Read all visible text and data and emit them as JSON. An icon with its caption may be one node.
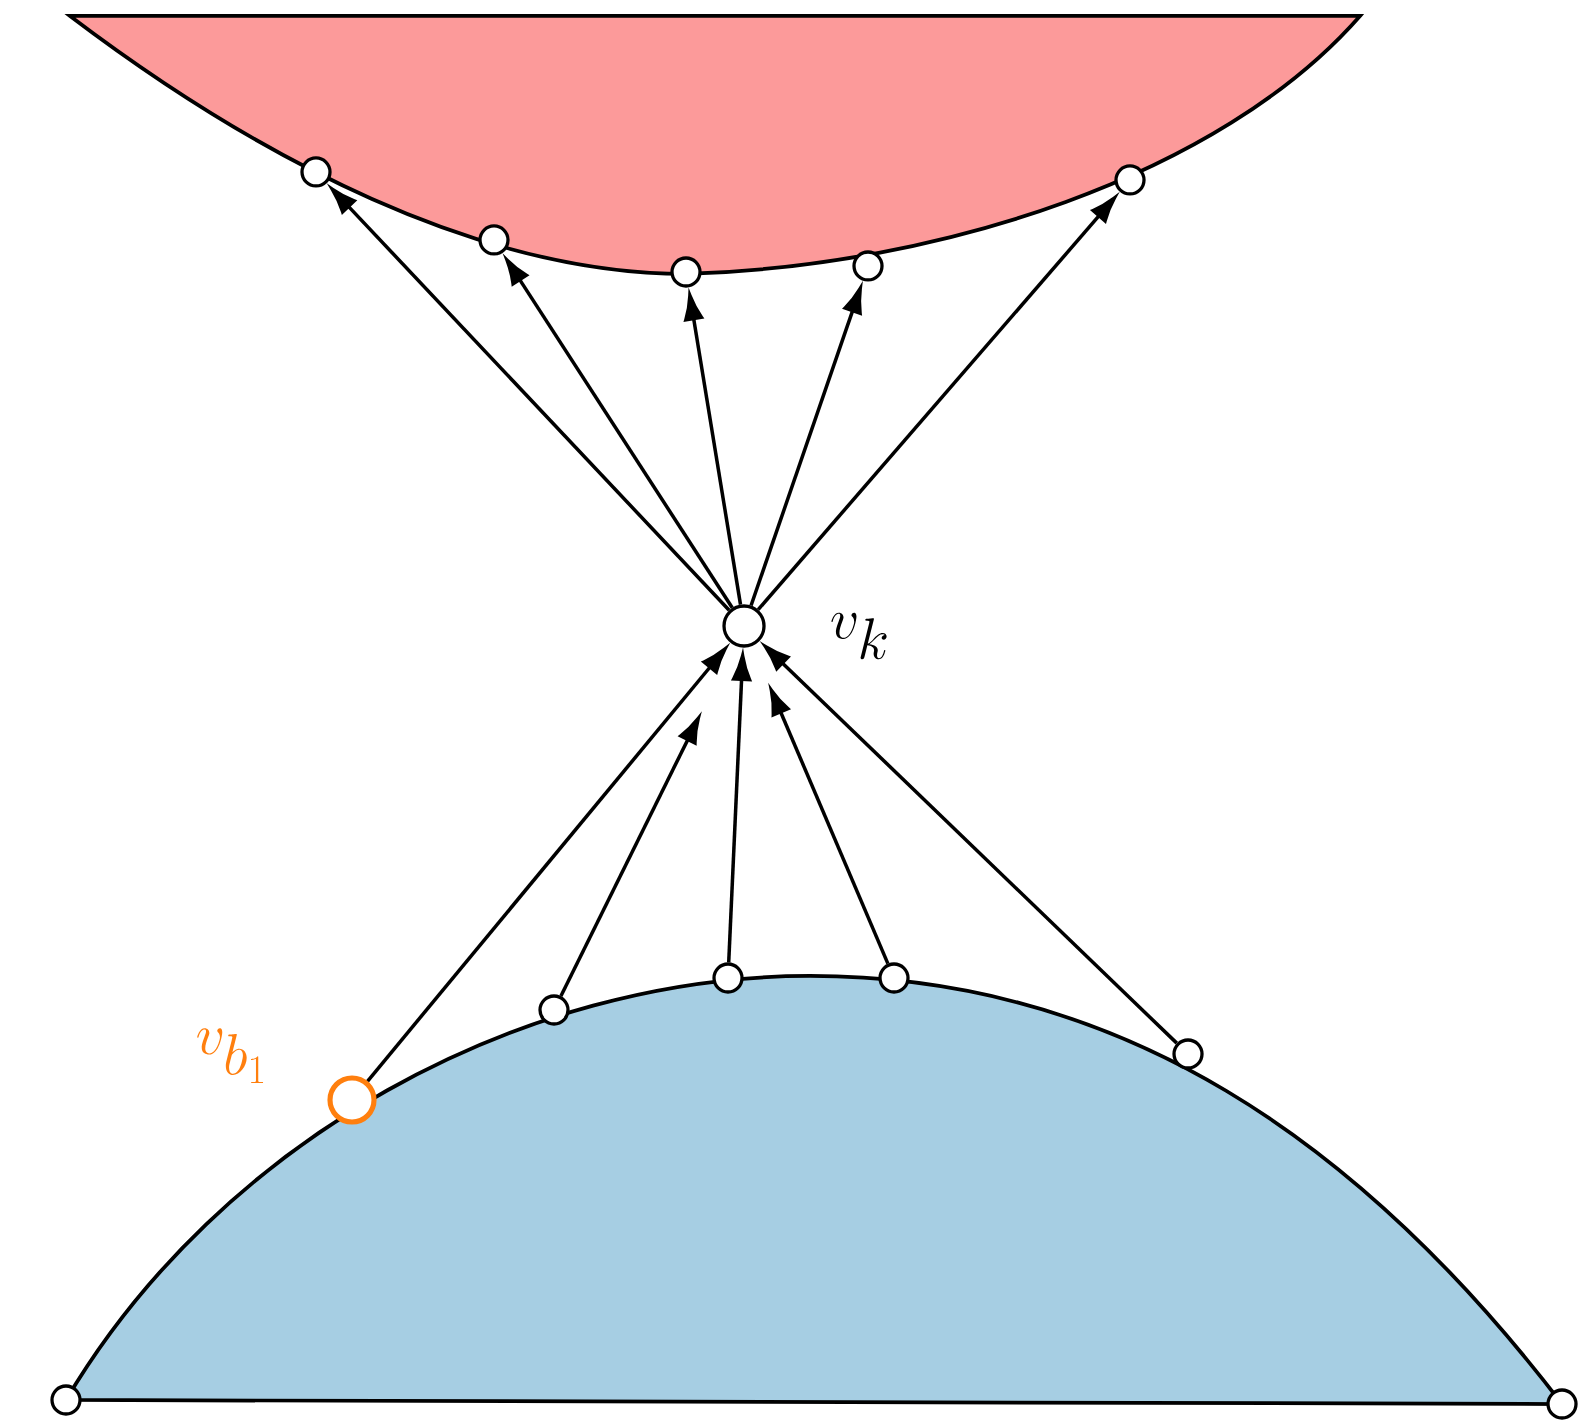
{
  "diagram": {
    "nodes": [
      {
        "text": [],
        "shape": "circle"
      },
      {
        "text": [],
        "shape": "circle"
      },
      {
        "text": [],
        "shape": "circle"
      },
      {
        "text": [],
        "shape": "circle"
      },
      {
        "text": [],
        "shape": "circle"
      },
      {
        "text": [],
        "shape": "circle",
        "beside": [
          "v_k"
        ]
      },
      {
        "text": [],
        "shape": "circle",
        "beside": [
          "v_{b_1}"
        ]
      },
      {
        "text": [],
        "shape": "circle"
      },
      {
        "text": [],
        "shape": "circle"
      },
      {
        "text": [],
        "shape": "circle"
      },
      {
        "text": [],
        "shape": "circle"
      },
      {
        "text": [],
        "shape": "circle"
      },
      {
        "text": [],
        "shape": "circle"
      }
    ],
    "edges": [
      {
        "from": 5,
        "to": 0,
        "arrow": "to"
      },
      {
        "from": 5,
        "to": 1,
        "arrow": "to"
      },
      {
        "from": 5,
        "to": 2,
        "arrow": "to"
      },
      {
        "from": 5,
        "to": 3,
        "arrow": "to"
      },
      {
        "from": 5,
        "to": 4,
        "arrow": "to"
      },
      {
        "from": 6,
        "to": 5,
        "arrow": "to"
      },
      {
        "from": 7,
        "to": 5,
        "arrow": "to"
      },
      {
        "from": 8,
        "to": 5,
        "arrow": "to"
      },
      {
        "from": 9,
        "to": 5,
        "arrow": "to"
      },
      {
        "from": 10,
        "to": 5,
        "arrow": "to"
      }
    ]
  }
}
